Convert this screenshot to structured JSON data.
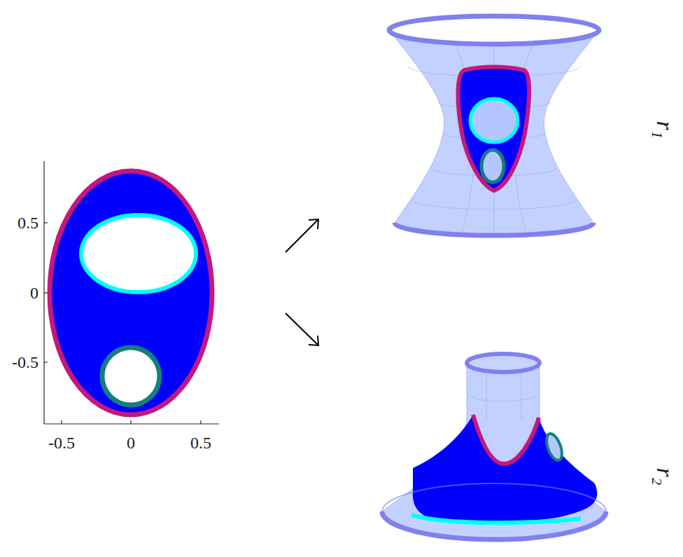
{
  "diagram": {
    "labels": [
      "0.5",
      "0",
      "-0.5",
      "-0.5",
      "0",
      "0.5",
      "r₁",
      "r₂"
    ]
  }
}
